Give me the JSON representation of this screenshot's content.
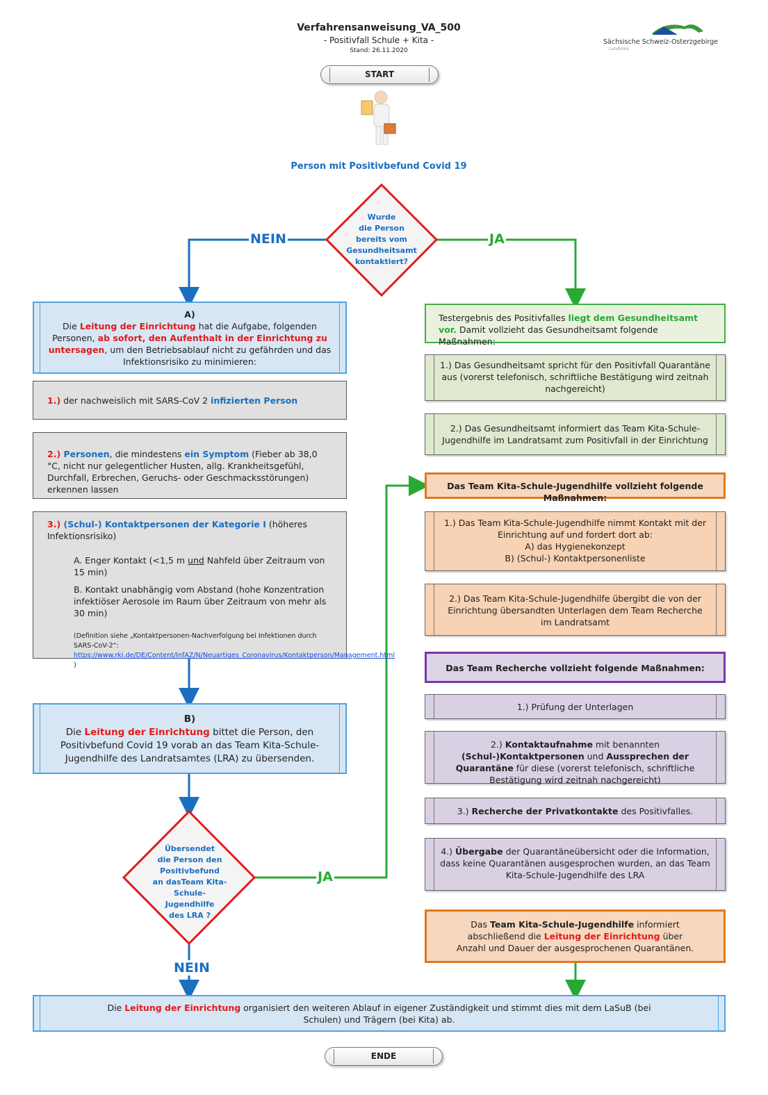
{
  "header": {
    "title": "Verfahrensanweisung_VA_500",
    "subtitle": "- Positivfall Schule + Kita -",
    "stand": "Stand: 26.11.2020"
  },
  "logo": {
    "name": "Sächsische Schweiz-Osterzgebirge",
    "sub": "Landkreis"
  },
  "start_label": "START",
  "end_label": "ENDE",
  "person_label": "Person mit Positivbefund Covid 19",
  "decision1": {
    "lines": [
      "Wurde",
      "die Person",
      "bereits vom",
      "Gesundheitsamt",
      "kontaktiert?"
    ],
    "no": "NEIN",
    "yes": "JA"
  },
  "decision2": {
    "lines": [
      "Übersendet",
      "die Person den",
      "Positivbefund",
      "an dasTeam Kita-Schule-",
      "Jugendhilfe",
      "des LRA  ?"
    ],
    "no": "NEIN",
    "yes": "JA"
  },
  "left": {
    "a": {
      "heading": "A)",
      "p1": "Die ",
      "p1_red": "Leitung der Einrichtung",
      "p2": " hat die Aufgabe, folgenden Personen, ",
      "p2_red": "ab sofort, den Aufenthalt in der Einrichtung zu untersagen",
      "p3": ", um den Betriebsablauf nicht zu gefährden und das Infektionsrisiko zu minimieren:"
    },
    "item1": {
      "num": "1.)",
      "text": " der nachweislich mit SARS-CoV 2 ",
      "blue": "infizierten Person"
    },
    "item2": {
      "num": "2.)",
      "blue1": " Personen",
      "t1": ", die mindestens ",
      "blue2": "ein Symptom",
      "t2": " (Fieber ab 38,0 °C, nicht nur gelegentlicher Husten, allg. Krankheitsgefühl, Durchfall, Erbrechen, Geruchs- oder Geschmacksstörungen) erkennen lassen"
    },
    "item3": {
      "num": "3.)",
      "blue": " (Schul-) Kontaktpersonen der Kategorie I",
      "t": " (höheres Infektionsrisiko)",
      "a_pre": "A. Enger Kontakt (<1,5 m ",
      "a_und": "und",
      "a_post": " Nahfeld über Zeitraum von 15 min)",
      "b": "B. Kontakt unabhängig vom Abstand (hohe Konzentration infektiöser Aerosole im Raum über Zeitraum von mehr als 30 min)",
      "def_pre": "(Definition siehe „Kontaktpersonen-Nachverfolgung bei Infektionen durch SARS-CoV-2“: ",
      "def_link": "https://www.rki.de/DE/Content/InfAZ/N/Neuartiges_Coronavirus/Kontaktperson/Management.html",
      "def_post": " )"
    },
    "b": {
      "heading": "B)",
      "p1": "Die ",
      "p1_red": "Leitung der Einrichtung",
      "p2": " bittet die Person, den Positivbefund Covid 19 vorab an das Team Kita-Schule-Jugendhilfe des Landratsamtes (LRA) zu übersenden."
    }
  },
  "right": {
    "green_head": {
      "t1": "Testergebnis des Positivfalles ",
      "green": "liegt dem Gesundheitsamt vor.",
      "t2": " Damit vollzieht das Gesundheitsamt folgende Maßnahmen:"
    },
    "green1": "1.) Das Gesundheitsamt spricht für den Positivfall Quarantäne aus (vorerst telefonisch, schriftliche Bestätigung wird zeitnah nachgereicht)",
    "green2": "2.) Das Gesundheitsamt informiert das Team Kita-Schule-Jugendhilfe im Landratsamt zum Positivfall in der Einrichtung",
    "orange_head": "Das Team Kita-Schule-Jugendhilfe  vollzieht folgende Maßnahmen:",
    "orange1": {
      "l1": "1.) Das Team Kita-Schule-Jugendhilfe nimmt Kontakt mit der Einrichtung auf und fordert dort ab:",
      "l2": "A) das Hygienekonzept",
      "l3": "B) (Schul-) Kontaktpersonenliste"
    },
    "orange2": "2.) Das Team Kita-Schule-Jugendhilfe übergibt die von der Einrichtung übersandten Unterlagen dem Team Recherche im Landratsamt",
    "purple_head": "Das Team Recherche vollzieht folgende Maßnahmen:",
    "purple1": "1.) Prüfung der Unterlagen",
    "purple2": {
      "t1": "2.) ",
      "b1": "Kontaktaufnahme",
      "t2": " mit benannten ",
      "b2": "(Schul-)Kontaktpersonen",
      "t3": "  und ",
      "b3": "Aussprechen der Quarantäne",
      "t4": " für diese (vorerst telefonisch, schriftliche Bestätigung wird zeitnah nachgereicht)"
    },
    "purple3": {
      "t1": "3.) ",
      "b1": "Recherche der Privatkontakte",
      "t2": " des Positivfalles."
    },
    "purple4": {
      "t1": "4.) ",
      "b1": "Übergabe",
      "t2": " der Quarantäneübersicht oder die Information, dass keine Quarantänen ausgesprochen wurden, an das Team Kita-Schule-Jugendhilfe des LRA"
    },
    "final": {
      "t1": "Das ",
      "b1": "Team Kita-Schule-Jugendhilfe",
      "t2": " informiert abschließend die ",
      "red": "Leitung der Einrichtung",
      "t3": " über Anzahl und Dauer der ausgesprochenen Quarantänen."
    }
  },
  "bottom": {
    "t1": "Die ",
    "red": "Leitung der Einrichtung",
    "t2": " organisiert den weiteren Ablauf in eigener Zuständigkeit und stimmt dies mit dem LaSuB (bei Schulen) und Trägern (bei Kita) ab."
  },
  "colors": {
    "blue_line": "#1a6fc0",
    "green_line": "#2aa834",
    "red_diamond": "#e01b1b"
  }
}
